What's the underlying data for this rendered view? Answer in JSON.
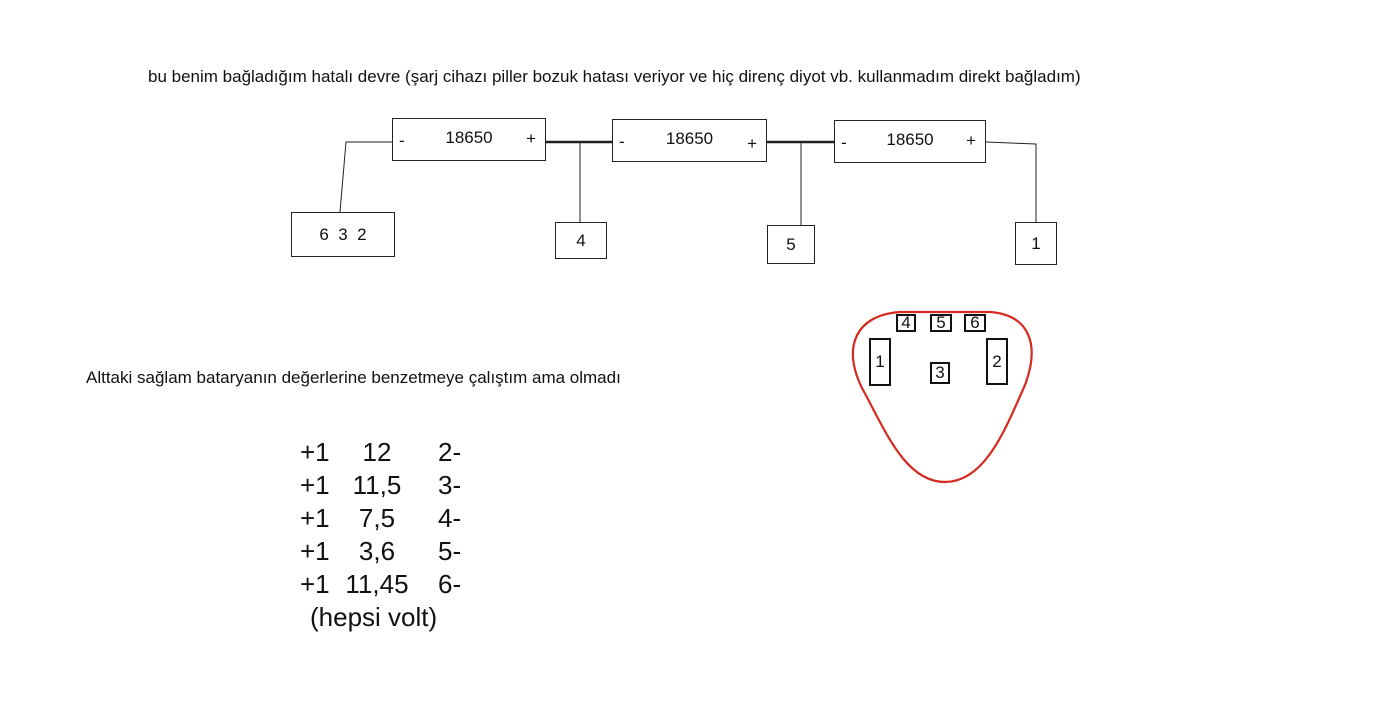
{
  "title": "bu benim bağladığım hatalı devre (şarj cihazı piller bozuk hatası veriyor ve hiç direnç diyot vb. kullanmadım direkt bağladım)",
  "cells": [
    {
      "neg": "-",
      "label": "18650",
      "pos": "+"
    },
    {
      "neg": "-",
      "label": "18650",
      "pos": "+"
    },
    {
      "neg": "-",
      "label": "18650",
      "pos": "+"
    }
  ],
  "terminals": [
    "6  3  2",
    "4",
    "5",
    "1"
  ],
  "subtitle": "Alttaki sağlam bataryanın değerlerine benzetmeye çalıştım ama olmadı",
  "voltage_rows": [
    {
      "pos": "+1",
      "value": "12",
      "neg": "2-"
    },
    {
      "pos": "+1",
      "value": "11,5",
      "neg": "3-"
    },
    {
      "pos": "+1",
      "value": "7,5",
      "neg": "4-"
    },
    {
      "pos": "+1",
      "value": "3,6",
      "neg": "5-"
    },
    {
      "pos": "+1",
      "value": "11,45",
      "neg": "6-"
    }
  ],
  "unit_note": "(hepsi volt)",
  "connector": {
    "outline_color": "#d42a20",
    "pins": [
      "4",
      "5",
      "6",
      "1",
      "3",
      "2"
    ]
  }
}
